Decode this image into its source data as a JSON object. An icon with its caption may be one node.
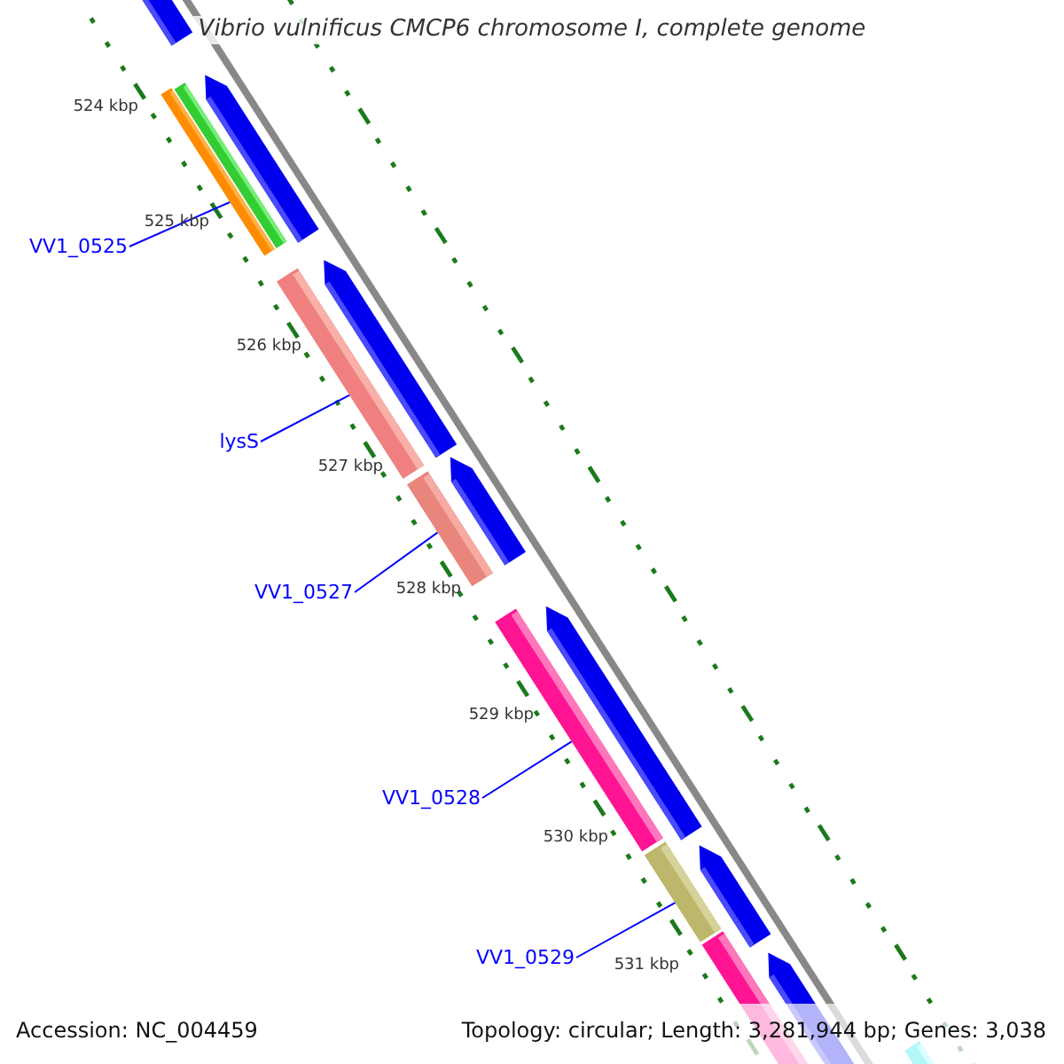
{
  "diagram": {
    "title": "Vibrio vulnificus CMCP6 chromosome I, complete genome",
    "nodes": [
      {
        "text": [
          "VV1_0525"
        ]
      },
      {
        "text": [],
        "shape": "bar"
      },
      {
        "text": [
          "lysS"
        ]
      },
      {
        "text": [],
        "shape": "bar"
      },
      {
        "text": [
          "VV1_0527"
        ]
      },
      {
        "text": [],
        "shape": "bar"
      },
      {
        "text": [
          "VV1_0528"
        ]
      },
      {
        "text": [],
        "shape": "bar"
      },
      {
        "text": [
          "VV1_0529"
        ]
      },
      {
        "text": [],
        "shape": "bar"
      }
    ],
    "edges": [
      {
        "from": 0,
        "to": 1,
        "arrow": "none"
      },
      {
        "from": 2,
        "to": 3,
        "arrow": "none"
      },
      {
        "from": 4,
        "to": 5,
        "arrow": "none"
      },
      {
        "from": 6,
        "to": 7,
        "arrow": "none"
      },
      {
        "from": 8,
        "to": 9,
        "arrow": "none"
      }
    ],
    "labels": [
      "524 kbp",
      "525 kbp",
      "526 kbp",
      "527 kbp",
      "528 kbp",
      "529 kbp",
      "530 kbp",
      "531 kbp",
      "Accession: NC_004459",
      "Topology: circular; Length: 3,281,944 bp; Genes: 3,038"
    ]
  }
}
